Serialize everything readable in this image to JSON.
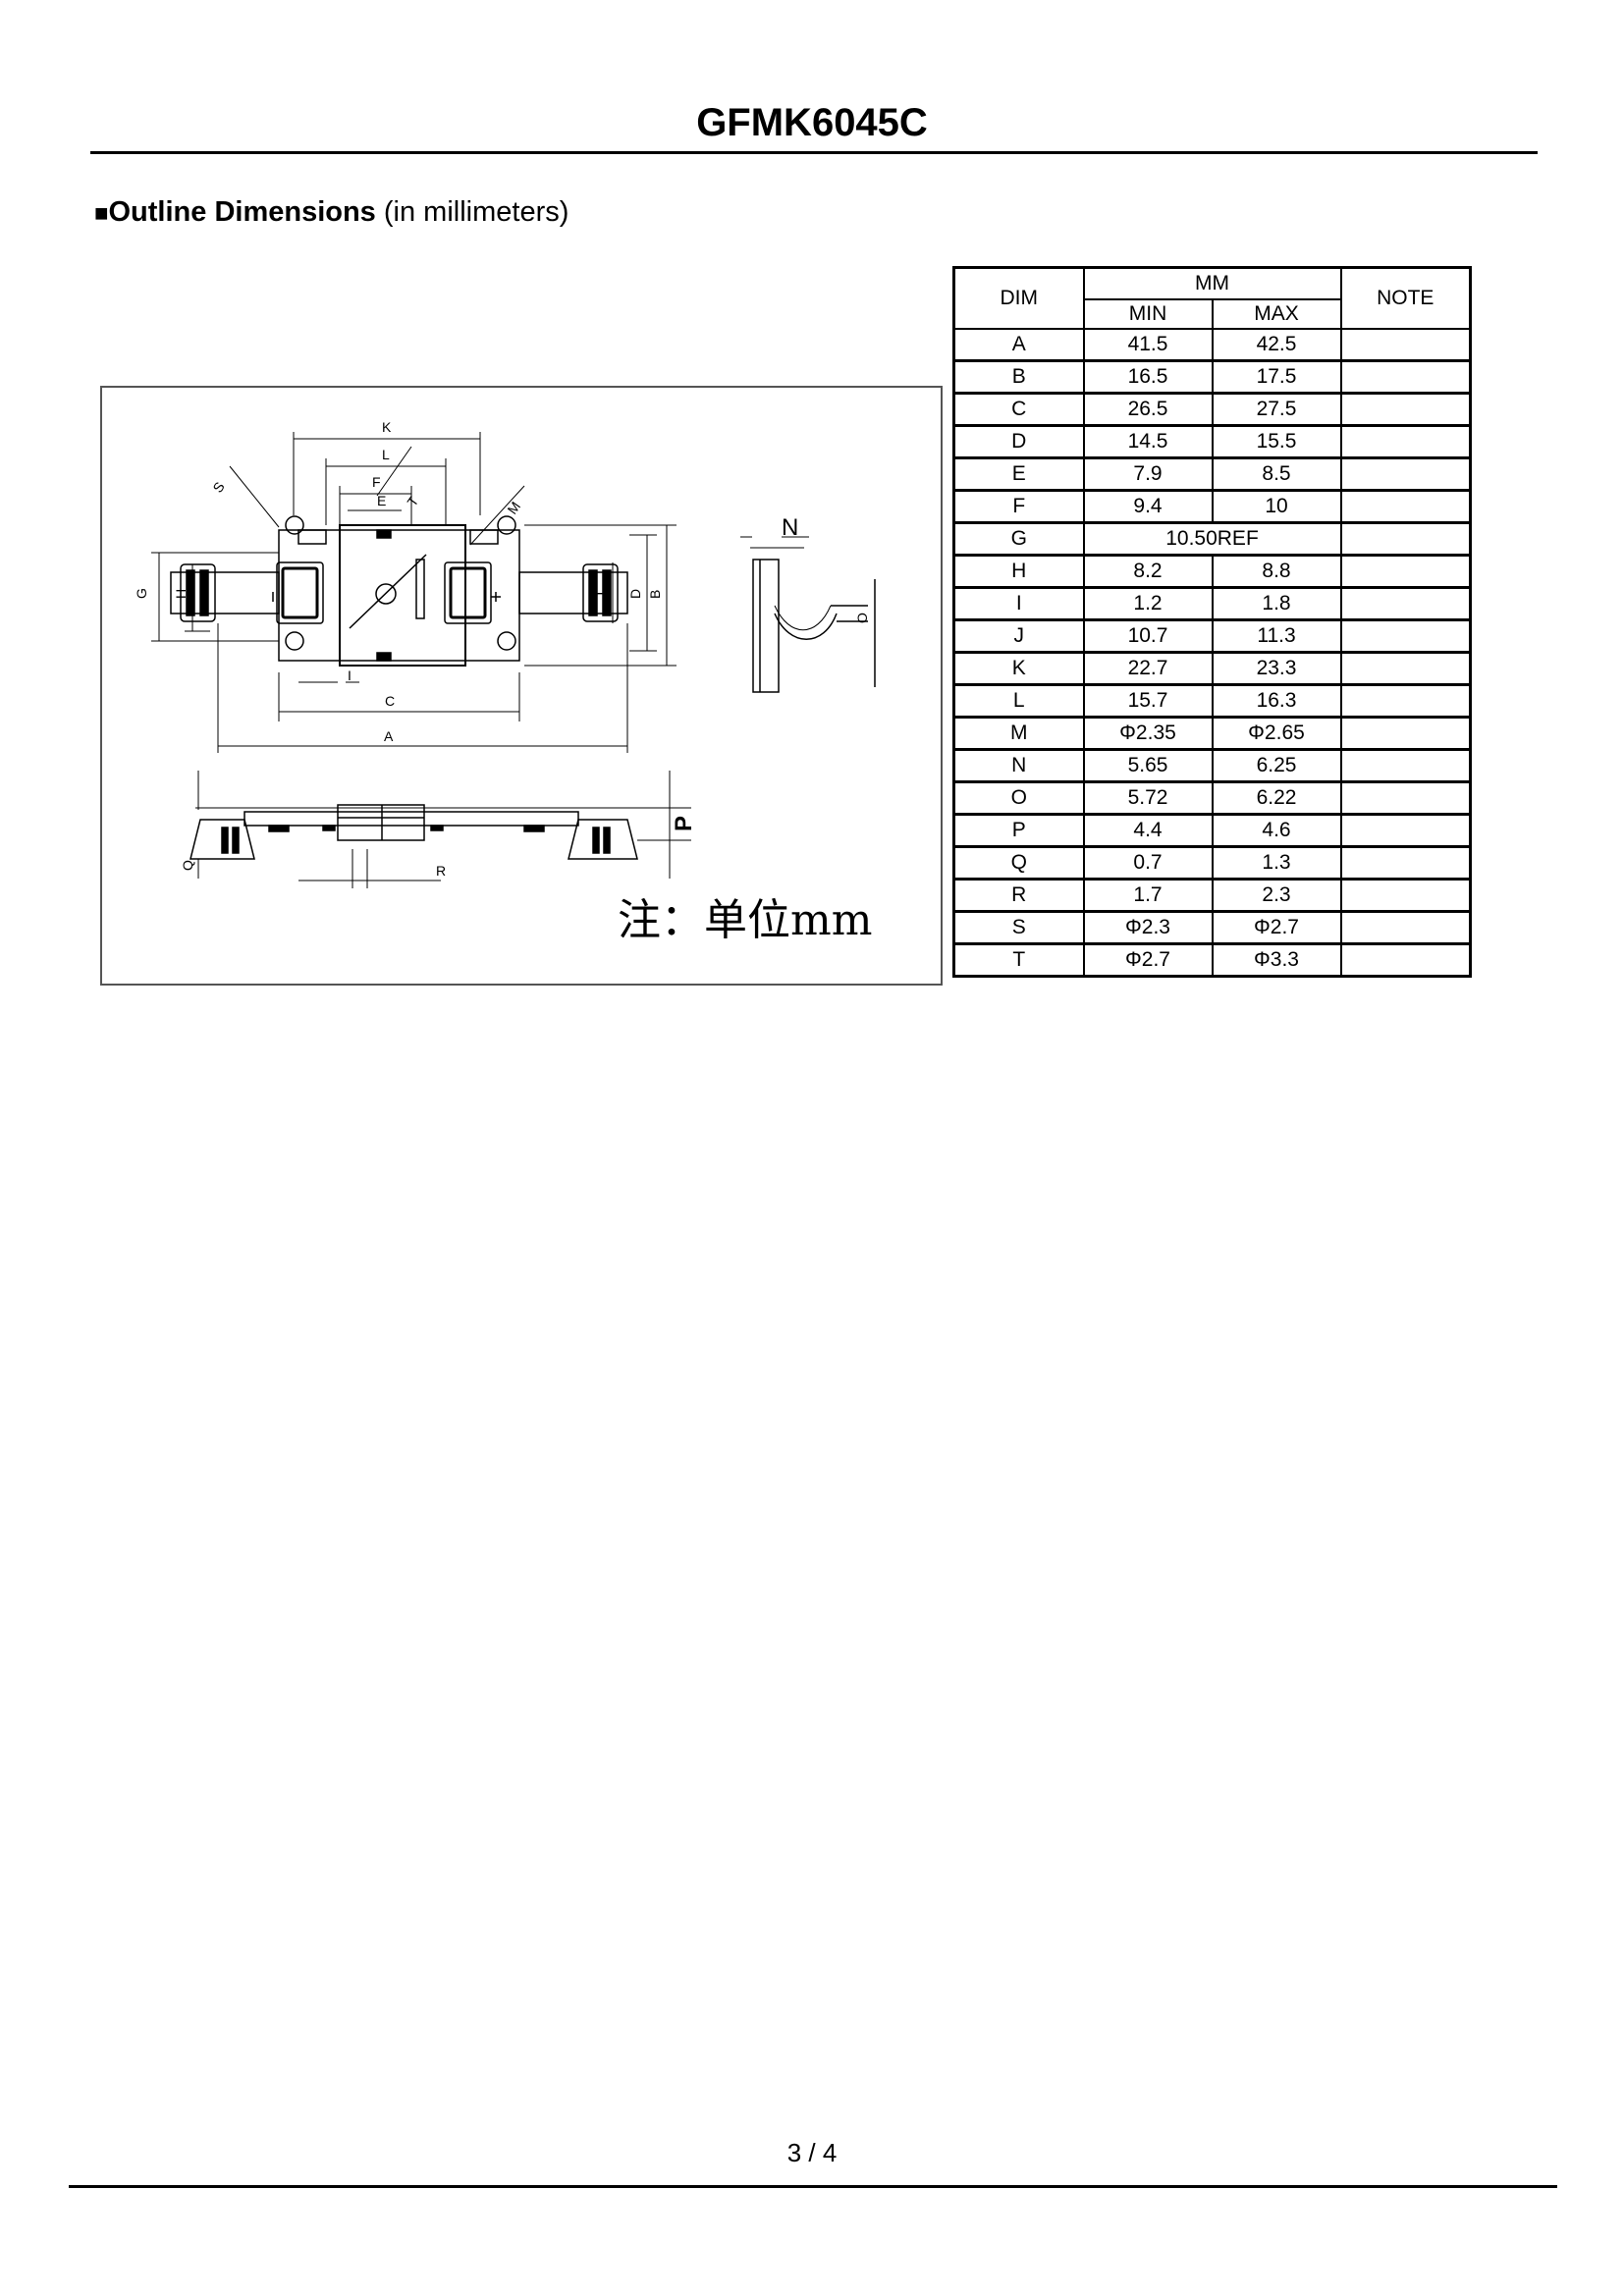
{
  "header": {
    "title": "GFMK6045C"
  },
  "section": {
    "bullet": "■",
    "heading_bold": "Outline Dimensions",
    "heading_rest": " (in millimeters)"
  },
  "drawing": {
    "dim_labels": [
      "K",
      "L",
      "F",
      "E",
      "S",
      "T",
      "M",
      "G",
      "H",
      "J",
      "D",
      "B",
      "I",
      "C",
      "A",
      "N",
      "O",
      "P",
      "Q",
      "R"
    ],
    "unit_note": "注：单位mm"
  },
  "table": {
    "col_dim": "DIM",
    "col_mm": "MM",
    "col_min": "MIN",
    "col_max": "MAX",
    "col_note": "NOTE",
    "rows": [
      {
        "dim": "A",
        "min": "41.5",
        "max": "42.5",
        "note": ""
      },
      {
        "dim": "B",
        "min": "16.5",
        "max": "17.5",
        "note": ""
      },
      {
        "dim": "C",
        "min": "26.5",
        "max": "27.5",
        "note": ""
      },
      {
        "dim": "D",
        "min": "14.5",
        "max": "15.5",
        "note": ""
      },
      {
        "dim": "E",
        "min": "7.9",
        "max": "8.5",
        "note": ""
      },
      {
        "dim": "F",
        "min": "9.4",
        "max": "10",
        "note": ""
      },
      {
        "dim": "G",
        "span": "10.50REF",
        "note": ""
      },
      {
        "dim": "H",
        "min": "8.2",
        "max": "8.8",
        "note": ""
      },
      {
        "dim": "I",
        "min": "1.2",
        "max": "1.8",
        "note": ""
      },
      {
        "dim": "J",
        "min": "10.7",
        "max": "11.3",
        "note": ""
      },
      {
        "dim": "K",
        "min": "22.7",
        "max": "23.3",
        "note": ""
      },
      {
        "dim": "L",
        "min": "15.7",
        "max": "16.3",
        "note": ""
      },
      {
        "dim": "M",
        "min": "Φ2.35",
        "max": "Φ2.65",
        "note": ""
      },
      {
        "dim": "N",
        "min": "5.65",
        "max": "6.25",
        "note": ""
      },
      {
        "dim": "O",
        "min": "5.72",
        "max": "6.22",
        "note": ""
      },
      {
        "dim": "P",
        "min": "4.4",
        "max": "4.6",
        "note": ""
      },
      {
        "dim": "Q",
        "min": "0.7",
        "max": "1.3",
        "note": ""
      },
      {
        "dim": "R",
        "min": "1.7",
        "max": "2.3",
        "note": ""
      },
      {
        "dim": "S",
        "min": "Φ2.3",
        "max": "Φ2.7",
        "note": ""
      },
      {
        "dim": "T",
        "min": "Φ2.7",
        "max": "Φ3.3",
        "note": ""
      }
    ]
  },
  "footer": {
    "page": "3 / 4"
  }
}
